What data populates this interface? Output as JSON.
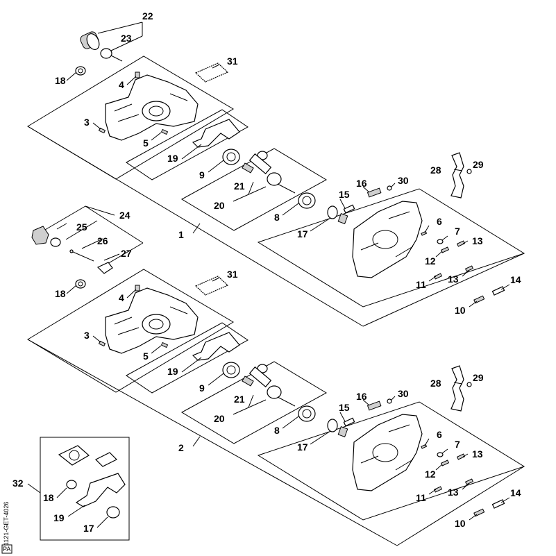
{
  "callouts": {
    "c1": "1",
    "c2": "2",
    "c3a": "3",
    "c3b": "3",
    "c4a": "4",
    "c4b": "4",
    "c5a": "5",
    "c5b": "5",
    "c6a": "6",
    "c6b": "6",
    "c7a": "7",
    "c7b": "7",
    "c8a": "8",
    "c8b": "8",
    "c9a": "9",
    "c9b": "9",
    "c10a": "10",
    "c10b": "10",
    "c11a": "11",
    "c11b": "11",
    "c12a": "12",
    "c12b": "12",
    "c13a": "13",
    "c13b": "13",
    "c13c": "13",
    "c13d": "13",
    "c14a": "14",
    "c14b": "14",
    "c15a": "15",
    "c15b": "15",
    "c16a": "16",
    "c16b": "16",
    "c17a": "17",
    "c17b": "17",
    "c17c": "17",
    "c18a": "18",
    "c18b": "18",
    "c18c": "18",
    "c19a": "19",
    "c19b": "19",
    "c19c": "19",
    "c20a": "20",
    "c20b": "20",
    "c21a": "21",
    "c21b": "21",
    "c22": "22",
    "c23": "23",
    "c24": "24",
    "c25": "25",
    "c26": "26",
    "c27": "27",
    "c28a": "28",
    "c28b": "28",
    "c29a": "29",
    "c29b": "29",
    "c30a": "30",
    "c30b": "30",
    "c31a": "31",
    "c31b": "31",
    "c32": "32"
  },
  "reference_code": "1121-GET-4026",
  "reference_mark": "PA"
}
